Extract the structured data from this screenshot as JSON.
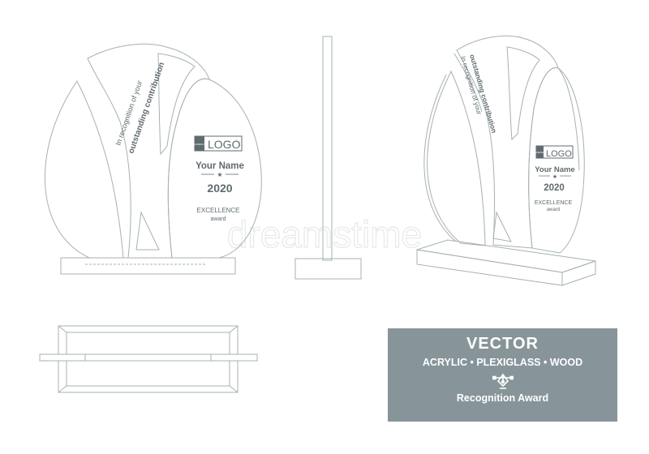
{
  "trophy": {
    "line1": "In recognition of your",
    "line2": "outstanding contribution",
    "logo_small": "COMPANY",
    "logo": "LOGO",
    "name": "Your Name",
    "star": "★",
    "year": "2020",
    "award1": "EXCELLENCE",
    "award2": "award"
  },
  "watermark": "dreamstime",
  "banner": {
    "title": "VECTOR",
    "materials": "ACRYLIC • PLEXIGLASS • WOOD",
    "icon": "pen-tool-icon",
    "caption": "Recognition Award"
  },
  "colors": {
    "line": "#a7b0b3",
    "text": "#5f6b6f",
    "banner": "#87959a"
  }
}
